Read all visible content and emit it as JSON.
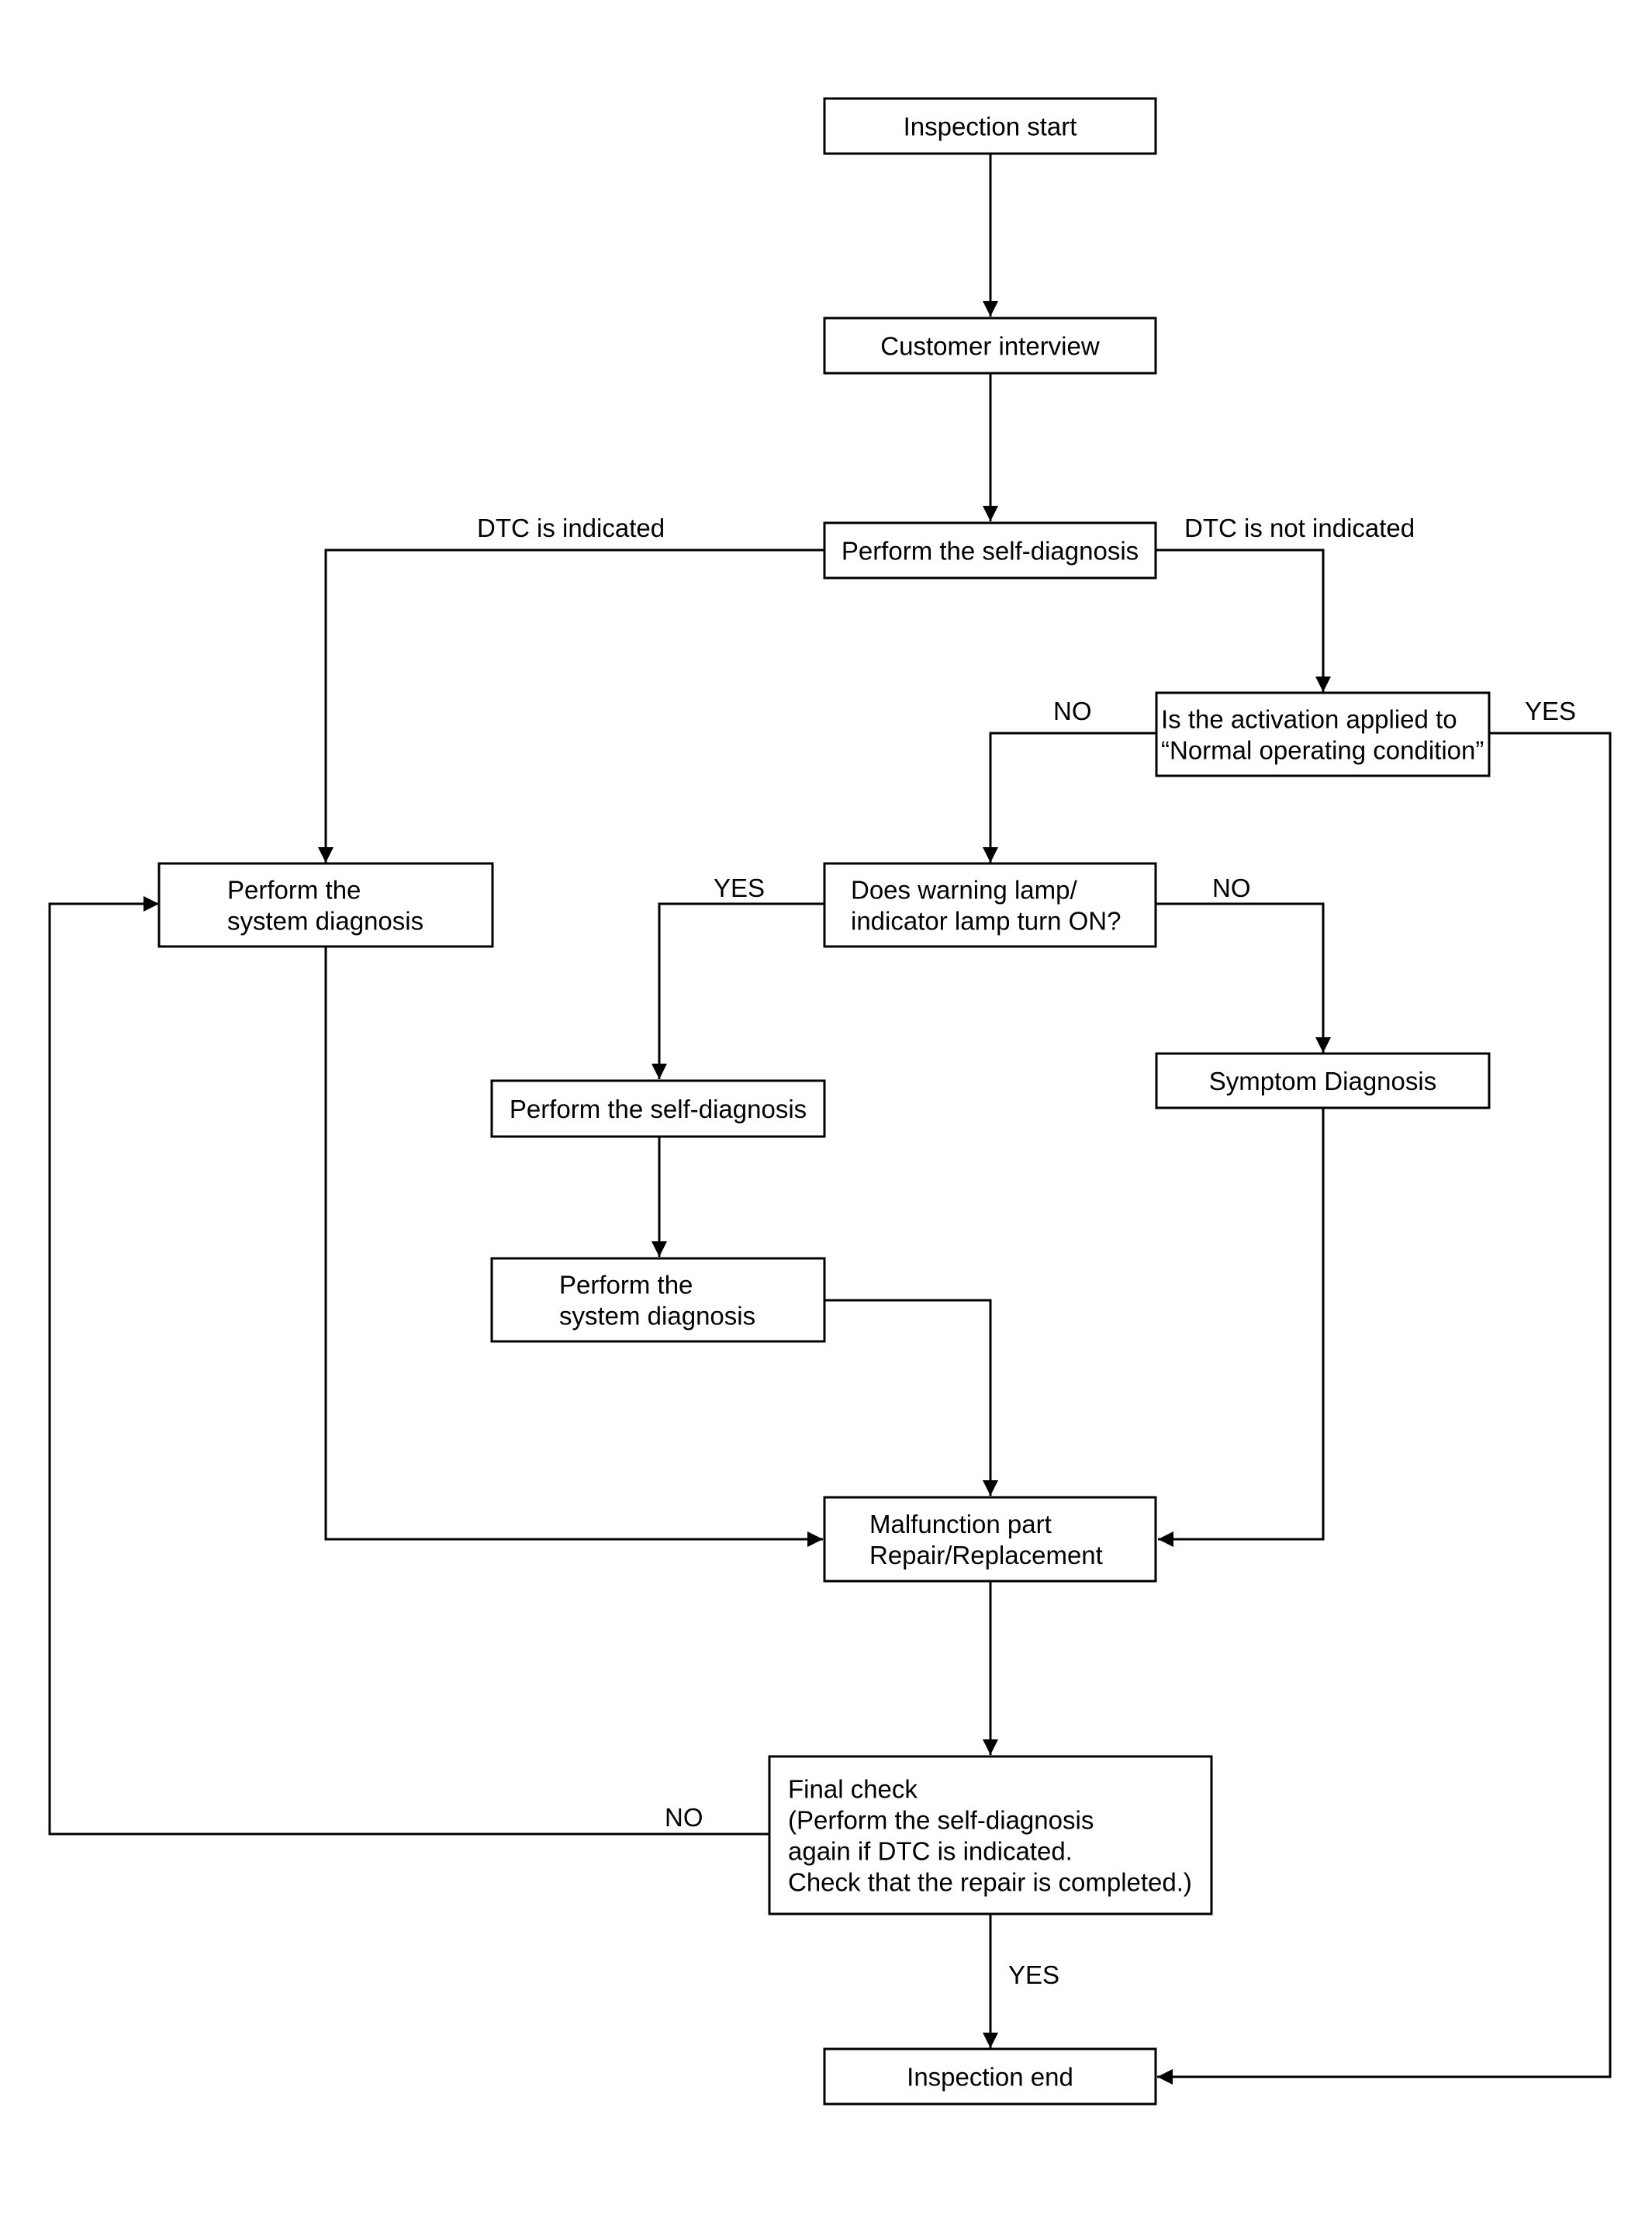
{
  "colors": {
    "line": "#000000",
    "box_fill": "#ffffff",
    "background": "#ffffff"
  },
  "nodes": {
    "inspection_start": [
      "Inspection start"
    ],
    "customer_interview": [
      "Customer interview"
    ],
    "self_diagnosis_1": [
      "Perform the self-diagnosis"
    ],
    "activation_question": [
      "Is the activation applied to",
      "“Normal operating condition”"
    ],
    "system_diagnosis_1": [
      "Perform the",
      "system diagnosis"
    ],
    "warning_lamp_question": [
      "Does warning lamp/",
      "indicator lamp turn ON?"
    ],
    "self_diagnosis_2": [
      "Perform the self-diagnosis"
    ],
    "symptom_diagnosis": [
      "Symptom Diagnosis"
    ],
    "system_diagnosis_2": [
      "Perform the",
      "system diagnosis"
    ],
    "malfunction_repair": [
      "Malfunction part",
      "Repair/Replacement"
    ],
    "final_check": [
      "Final check",
      "(Perform the self-diagnosis",
      "again if DTC is indicated.",
      "Check that the repair is completed.)"
    ],
    "inspection_end": [
      "Inspection end"
    ]
  },
  "edge_labels": {
    "dtc_indicated": "DTC is indicated",
    "dtc_not_indicated": "DTC is not indicated",
    "activation_no": "NO",
    "activation_yes": "YES",
    "lamp_yes": "YES",
    "lamp_no": "NO",
    "final_no": "NO",
    "final_yes": "YES"
  }
}
